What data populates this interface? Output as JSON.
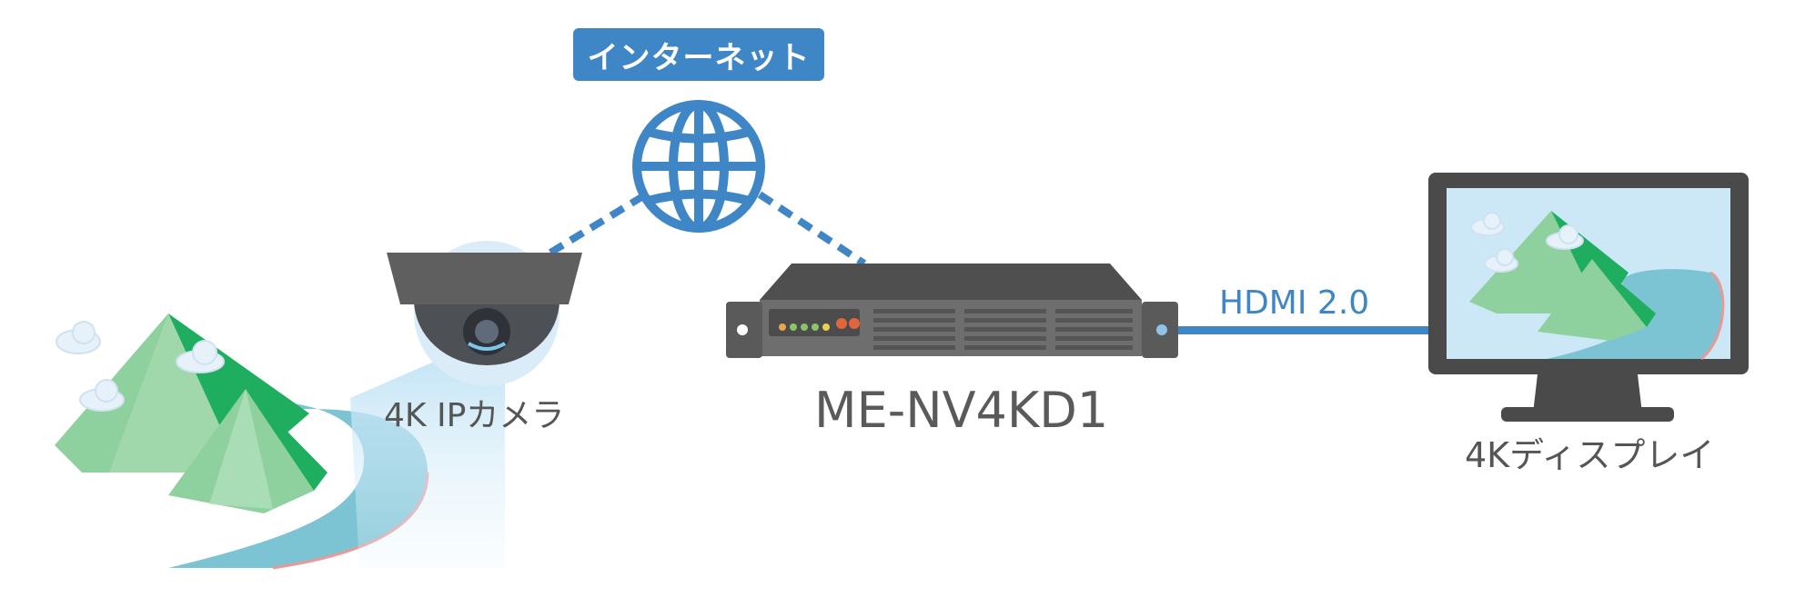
{
  "internet": {
    "label": "インターネット",
    "icon": "globe-icon"
  },
  "camera": {
    "label": "4K IPカメラ",
    "icon": "dome-camera-icon"
  },
  "decoder": {
    "label": "ME-NV4KD1",
    "icon": "rack-decoder-icon"
  },
  "display": {
    "label": "4Kディスプレイ",
    "icon": "monitor-icon"
  },
  "link": {
    "label": "HDMI 2.0"
  },
  "colors": {
    "accent": "#3f86c6",
    "mountain_light": "#8fd19e",
    "mountain_dark": "#1fae5f",
    "river": "#7cc3d4",
    "device_body": "#6e6e6e",
    "device_top": "#4f4f4f"
  }
}
